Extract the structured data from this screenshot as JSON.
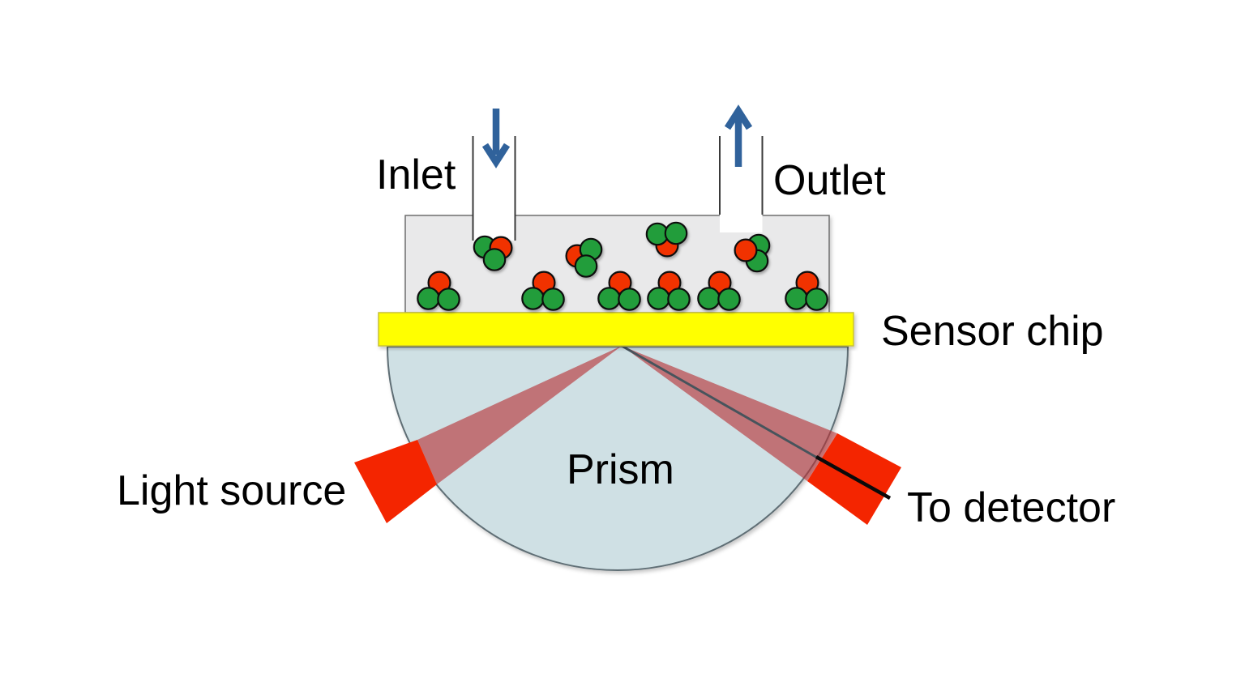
{
  "labels": {
    "inlet": "Inlet",
    "outlet": "Outlet",
    "sensor_chip": "Sensor chip",
    "prism": "Prism",
    "light_source": "Light source",
    "to_detector": "To detector"
  },
  "colors": {
    "background": "#ffffff",
    "flow_cell_fill": "#e9e9ea",
    "flow_cell_border": "#6e6e6e",
    "chip_yellow": "#ffff00",
    "chip_border": "#c8c234",
    "prism_fill": "#cfe0e4",
    "prism_border": "#5f6e74",
    "beam_red": "#f42500",
    "beam_in_prism_red": "#b73034",
    "reflected_ray_gray": "#47545c",
    "dark_band_black": "#0a0a0a",
    "arrow_blue": "#30629b",
    "molecule_red": "#f13000",
    "molecule_green": "#229d3a",
    "molecule_outline": "#101010",
    "tube_line": "#3a3a3a"
  },
  "icons": {
    "inlet_arrow": "arrow-down-icon",
    "outlet_arrow": "arrow-up-icon"
  },
  "molecules": {
    "clusters": [
      [
        [
          "red",
          542,
          349
        ],
        [
          "green",
          528.5,
          368.5
        ],
        [
          "green",
          553.5,
          369.5
        ]
      ],
      [
        [
          "red",
          671,
          349
        ],
        [
          "green",
          657.5,
          368.5
        ],
        [
          "green",
          682.5,
          369.5
        ]
      ],
      [
        [
          "red",
          765,
          349
        ],
        [
          "green",
          751.5,
          368.5
        ],
        [
          "green",
          776.5,
          369.5
        ]
      ],
      [
        [
          "red",
          826,
          349
        ],
        [
          "green",
          812.5,
          368.5
        ],
        [
          "green",
          837.5,
          369.5
        ]
      ],
      [
        [
          "red",
          888,
          349
        ],
        [
          "green",
          874.5,
          368.5
        ],
        [
          "green",
          899.5,
          369.5
        ]
      ],
      [
        [
          "red",
          996,
          349
        ],
        [
          "green",
          982.5,
          368.5
        ],
        [
          "green",
          1007.5,
          369.5
        ]
      ],
      [
        [
          "green",
          598,
          305
        ],
        [
          "red",
          618,
          306
        ],
        [
          "green",
          610,
          320.5
        ]
      ],
      [
        [
          "red",
          712,
          316
        ],
        [
          "green",
          729,
          308
        ],
        [
          "green",
          723,
          328.5
        ]
      ],
      [
        [
          "red",
          823,
          303
        ],
        [
          "green",
          811,
          289
        ],
        [
          "green",
          834,
          288
        ]
      ],
      [
        [
          "green",
          936,
          303
        ],
        [
          "green",
          934,
          322
        ],
        [
          "red",
          920,
          309
        ]
      ]
    ]
  }
}
